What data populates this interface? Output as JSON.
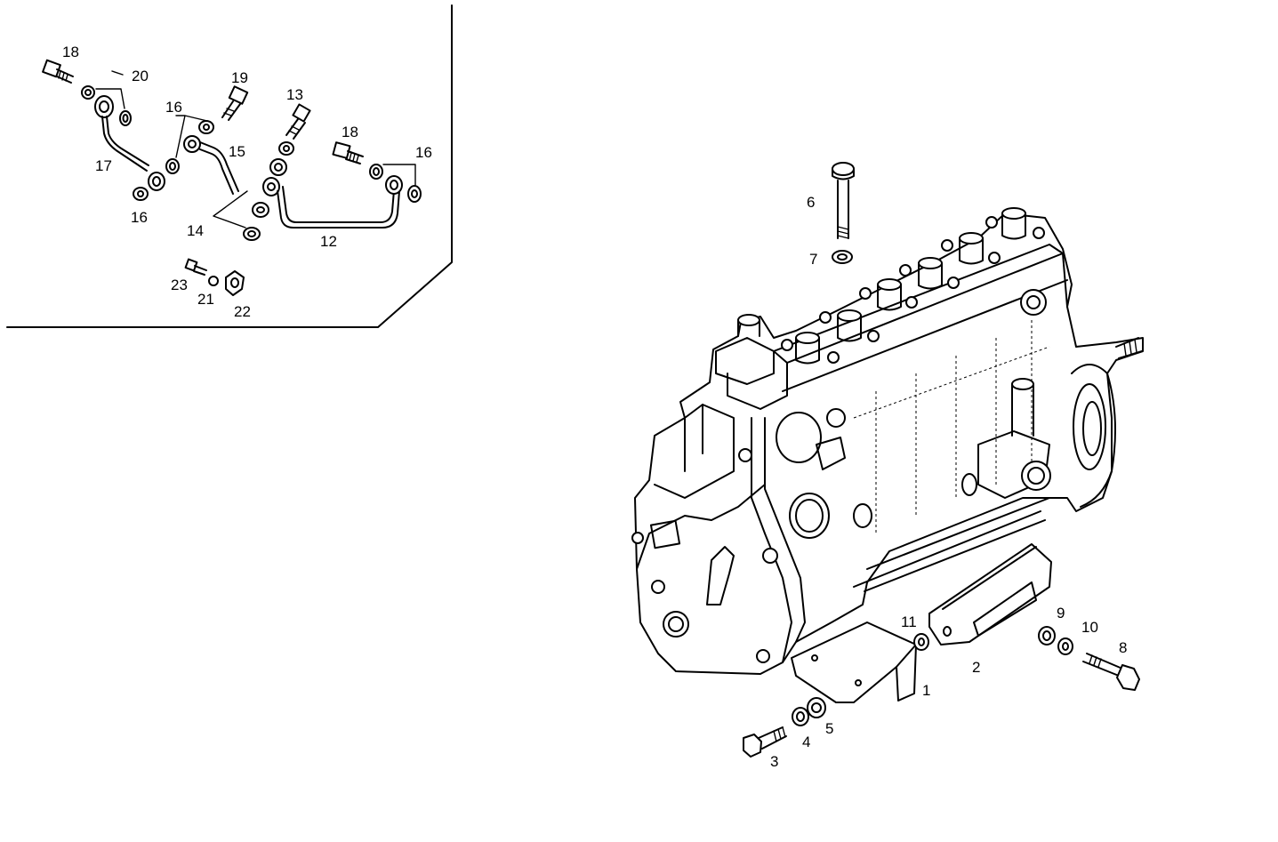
{
  "callouts": {
    "c1": "1",
    "c2": "2",
    "c3": "3",
    "c4": "4",
    "c5": "5",
    "c6": "6",
    "c7": "7",
    "c8": "8",
    "c9": "9",
    "c10": "10",
    "c11": "11",
    "c12": "12",
    "c13": "13",
    "c14": "14",
    "c15": "15",
    "c16a": "16",
    "c16b": "16",
    "c16c": "16",
    "c17": "17",
    "c18a": "18",
    "c18b": "18",
    "c19": "19",
    "c20": "20",
    "c21": "21",
    "c22": "22",
    "c23": "23"
  }
}
